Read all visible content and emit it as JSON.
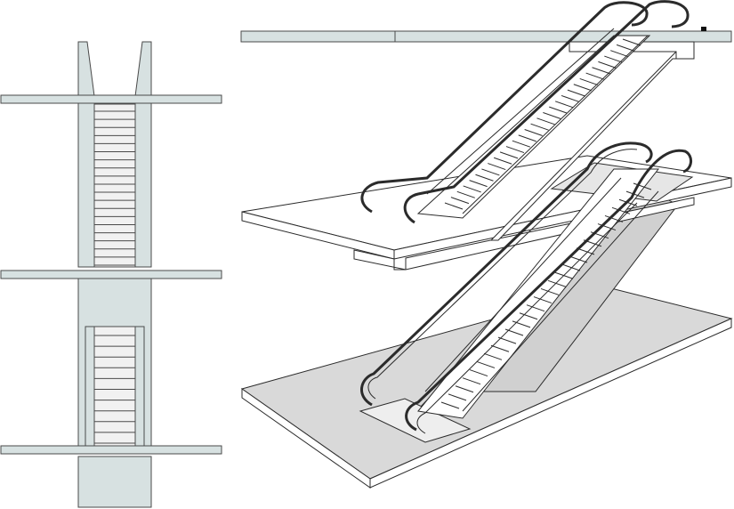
{
  "diagram": {
    "views": [
      {
        "id": "elevation",
        "description_label": ""
      },
      {
        "id": "isometric",
        "description_label": ""
      }
    ],
    "elevation": {
      "levels": 3,
      "step_count_upper_flight": 20,
      "step_count_lower_flight": 11
    },
    "isometric": {
      "floors": 3,
      "flights": 2,
      "step_count_upper_flight": 30,
      "step_count_lower_flight": 28
    },
    "colors": {
      "slab": "#d7e1e1",
      "slab_outline": "#4a4a4a",
      "floor_ground": "#d9d9d9",
      "step_fill": "#f1f1f1",
      "handrail": "#2b2b2b",
      "shadow": "#cfcfcf"
    }
  }
}
